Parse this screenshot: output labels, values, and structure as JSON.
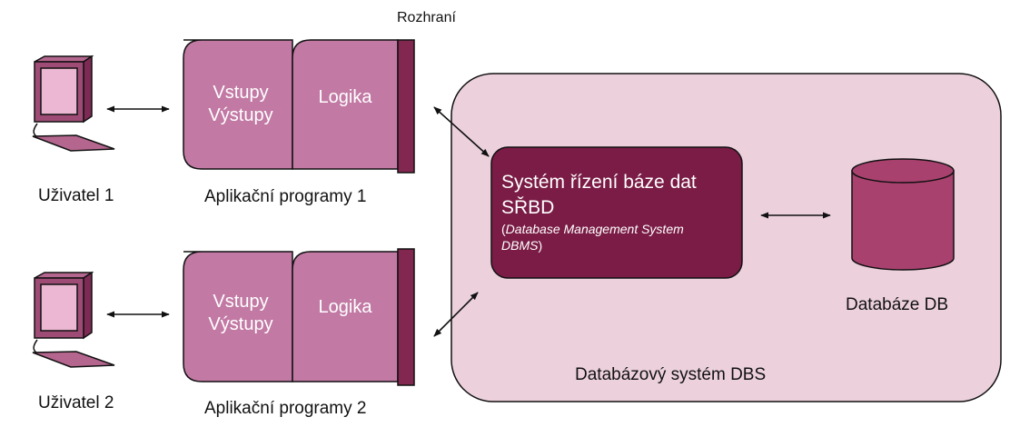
{
  "interface_label": "Rozhraní",
  "users": [
    {
      "label": "Uživatel 1"
    },
    {
      "label": "Uživatel 2"
    }
  ],
  "apps": [
    {
      "io_line1": "Vstupy",
      "io_line2": "Výstupy",
      "logic": "Logika",
      "caption": "Aplikační programy 1"
    },
    {
      "io_line1": "Vstupy",
      "io_line2": "Výstupy",
      "logic": "Logika",
      "caption": "Aplikační programy 2"
    }
  ],
  "dbs": {
    "label": "Databázový systém DBS",
    "dbms": {
      "title_line1": "Systém řízení báze dat",
      "title_line2": "SŘBD",
      "subtitle_open": "(",
      "subtitle_italic_1": "Database Management System",
      "subtitle_italic_2": "DBMS",
      "subtitle_close": ")"
    },
    "database_label": "Databáze DB"
  },
  "colors": {
    "app_box": "#c279a4",
    "interface_bar": "#82274f",
    "dbs_background": "#ecd1dd",
    "dbms_box": "#7a1c46",
    "cylinder": "#a9416f",
    "computer": "#9e4b75",
    "screen": "#ecb7d2"
  }
}
